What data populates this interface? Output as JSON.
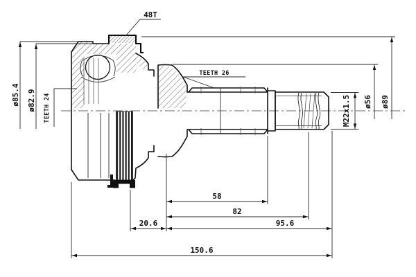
{
  "drawing": {
    "title": "cv-joint-outer-technical-drawing",
    "labels": {
      "abs_ring_teeth": "48T",
      "shaft_spline_teeth": "TEETH 26",
      "inner_race_teeth": "TEETH 24",
      "housing_outer_diameter": "ø85.4",
      "housing_mid_diameter": "ø82.9",
      "thread_spec": "M22x1.5",
      "boot_seat_diameter": "ø56",
      "abs_ring_diameter": "ø89",
      "spline_length": "58",
      "shaft_length": "82",
      "neck_length": "20.6",
      "stub_length": "95.6",
      "total_length": "150.6"
    },
    "colors": {
      "line": "#111111",
      "dimension": "#2a2a2a",
      "background": "#ffffff"
    }
  }
}
